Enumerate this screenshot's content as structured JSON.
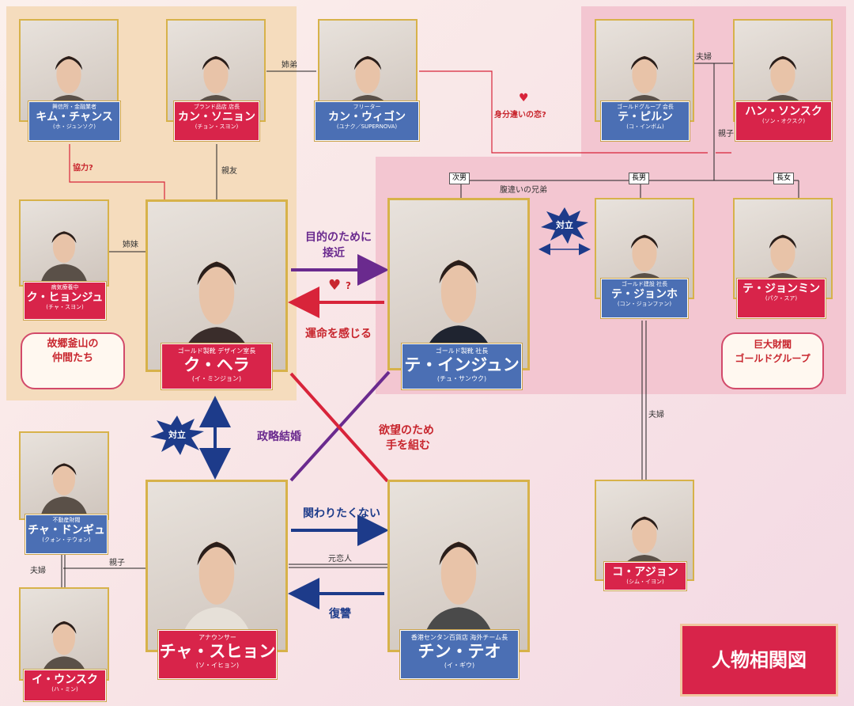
{
  "title": "人物相関図",
  "groups": {
    "home": "故郷釜山の\n仲間たち",
    "gold": "巨大財閥\nゴールドグループ"
  },
  "people": {
    "kim_chanse": {
      "role": "興信所・金融業者",
      "name": "キム・チャンス",
      "actor": "(ホ・ジュンソク)"
    },
    "kan_soni": {
      "role": "ブランド品店 店長",
      "name": "カン・ソニョン",
      "actor": "(チョン・スヨン)"
    },
    "kan_wigon": {
      "role": "フリーター",
      "name": "カン・ウィゴン",
      "actor": "(ユナク／SUPERNOVA)"
    },
    "te_piru": {
      "role": "ゴールドグループ 会長",
      "name": "テ・ピルン",
      "actor": "(コ・インボム)"
    },
    "han_son": {
      "role": "",
      "name": "ハン・ソンスク",
      "actor": "(ソン・オクスク)"
    },
    "ku_hyoju": {
      "role": "病気療養中",
      "name": "ク・ヒョンジュ",
      "actor": "(チャ・スヨン)"
    },
    "ku_hera": {
      "role": "ゴールド製靴 デザイン室長",
      "name": "ク・ヘラ",
      "actor": "(イ・ミンジョン)"
    },
    "te_injun": {
      "role": "ゴールド製靴 社長",
      "name": "テ・インジュン",
      "actor": "(チュ・サンウク)"
    },
    "te_joho": {
      "role": "ゴールド建設 社長",
      "name": "テ・ジョンホ",
      "actor": "(コン・ジョンファン)"
    },
    "te_jomi": {
      "role": "",
      "name": "テ・ジョンミン",
      "actor": "(パク・スア)"
    },
    "cha_dongu": {
      "role": "不動産財閥",
      "name": "チャ・ドンギュ",
      "actor": "(クォン・テウォン)"
    },
    "cha_suhyo": {
      "role": "アナウンサー",
      "name": "チャ・スヒョン",
      "actor": "(ソ・イヒョン)"
    },
    "chin_teo": {
      "role": "香港センタン百貨店 海外チーム長",
      "name": "チン・テオ",
      "actor": "(イ・ギウ)"
    },
    "ko_ajon": {
      "role": "",
      "name": "コ・アジョン",
      "actor": "(シム・イヨン)"
    },
    "i_unsuku": {
      "role": "",
      "name": "イ・ウンスク",
      "actor": "(ハ・ミン)"
    }
  },
  "relations": {
    "siblings_kan": "姉弟",
    "cooperate": "協力?",
    "best_friend": "親友",
    "sisters": "姉妹",
    "status_love": "身分違いの恋?",
    "heart_q": "?",
    "married_top": "夫婦",
    "parent_child_top": "親子",
    "second_son": "次男",
    "eldest_son": "長男",
    "eldest_daughter": "長女",
    "half_brothers": "腹違いの兄弟",
    "approach_1": "目的のために",
    "approach_2": "接近",
    "destiny": "運命を感じる",
    "rivalry": "対立",
    "political_marriage": "政略結婚",
    "greed_1": "欲望のため",
    "greed_2": "手を組む",
    "married_jonho": "夫婦",
    "married_cha": "夫婦",
    "parent_child_cha": "親子",
    "dont_want": "関わりたくない",
    "ex_lover": "元恋人",
    "revenge": "復讐"
  },
  "colors": {
    "home_panel": "#f5dcbd",
    "gold_panel": "#f3c6d1",
    "red_name": "#d8244a",
    "blue_name": "#4b6fb4",
    "frame_gold": "#d7b24a",
    "arrow_purple": "#6a2a8e",
    "arrow_red": "#d8243a",
    "arrow_navy": "#1d3b8a"
  }
}
